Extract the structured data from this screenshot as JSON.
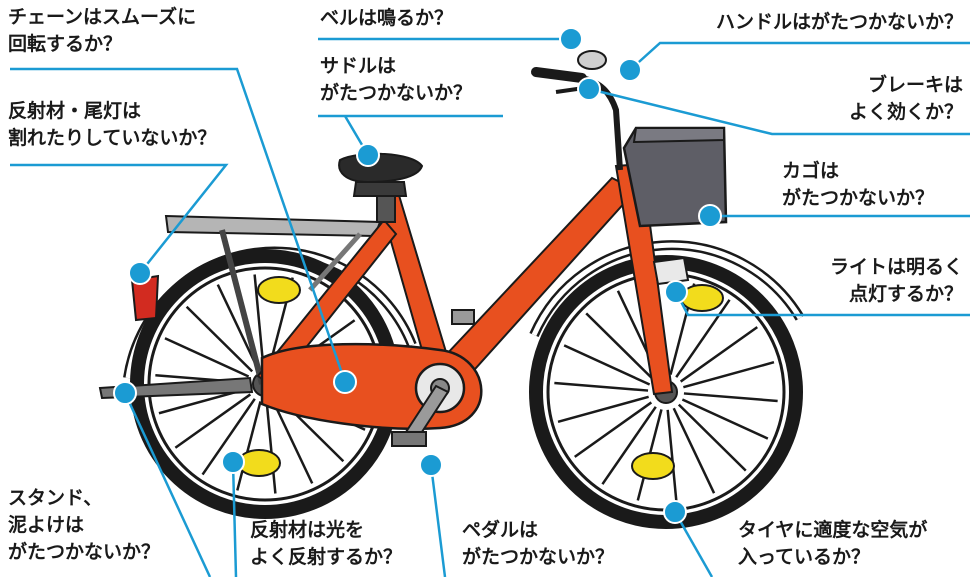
{
  "colors": {
    "frame": "#e8501f",
    "frame_dark": "#b8380f",
    "pointer": "#1b9bd3",
    "tire": "#1a1a1a",
    "reflector": "#f2dc1c",
    "basket": "#5e5e66",
    "metal": "#9a9a9a"
  },
  "callouts": [
    {
      "id": "chain",
      "lines": [
        "チェーンはスムーズに",
        "回転するか？"
      ]
    },
    {
      "id": "reflector-taillight",
      "lines": [
        "反射材・尾灯は",
        "割れたりしていないか？"
      ]
    },
    {
      "id": "bell",
      "lines": [
        "ベルは鳴るか？"
      ]
    },
    {
      "id": "saddle",
      "lines": [
        "サドルは",
        "がたつかないか？"
      ]
    },
    {
      "id": "handlebar",
      "lines": [
        "ハンドルはがたつかないか？"
      ]
    },
    {
      "id": "brake",
      "lines": [
        "ブレーキは",
        "よく効くか？"
      ]
    },
    {
      "id": "basket",
      "lines": [
        "カゴは",
        "がたつかないか？"
      ]
    },
    {
      "id": "light",
      "lines": [
        "ライトは明るく",
        "点灯するか？"
      ]
    },
    {
      "id": "stand-mudguard",
      "lines": [
        "スタンド、",
        "泥よけは",
        "がたつかないか？"
      ]
    },
    {
      "id": "wheel-reflector",
      "lines": [
        "反射材は光を",
        "よく反射するか？"
      ]
    },
    {
      "id": "pedal",
      "lines": [
        "ペダルは",
        "がたつかないか？"
      ]
    },
    {
      "id": "tire",
      "lines": [
        "タイヤに適度な空気が",
        "入っているか？"
      ]
    }
  ]
}
